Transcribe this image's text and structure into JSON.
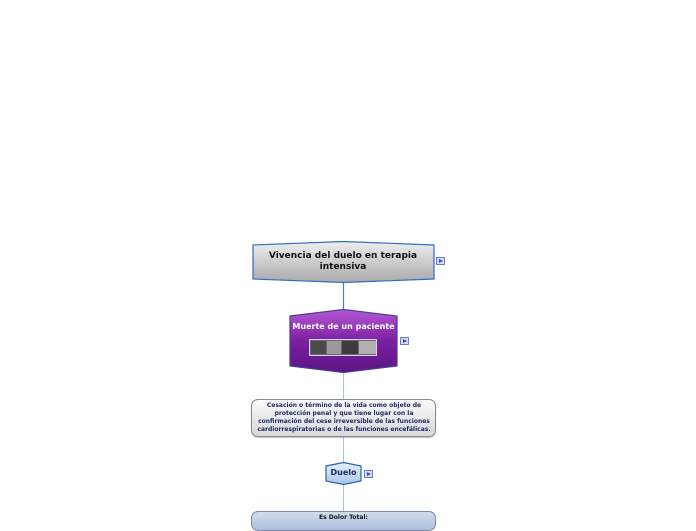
{
  "map": {
    "root": {
      "label": "Vivencia del duelo en terapia intensiva",
      "fill": "#b4b4b4",
      "stroke": "#2d6fc4"
    },
    "death": {
      "label": "Muerte de un paciente",
      "fill": "#7a1f9a",
      "stroke": "#4a3a9e"
    },
    "definition": {
      "text": "Cesación o término de la vida como objeto de protección penal y que tiene lugar con la confirmación del cese irreversible de las funciones cardiorrespiratorias o de las funciones encefálicas."
    },
    "duelo": {
      "label": "Duelo",
      "fill": "#c6dbf0"
    },
    "dolor": {
      "label": "Es Dolor Total:"
    },
    "connector_color": "#3b7fcf"
  }
}
